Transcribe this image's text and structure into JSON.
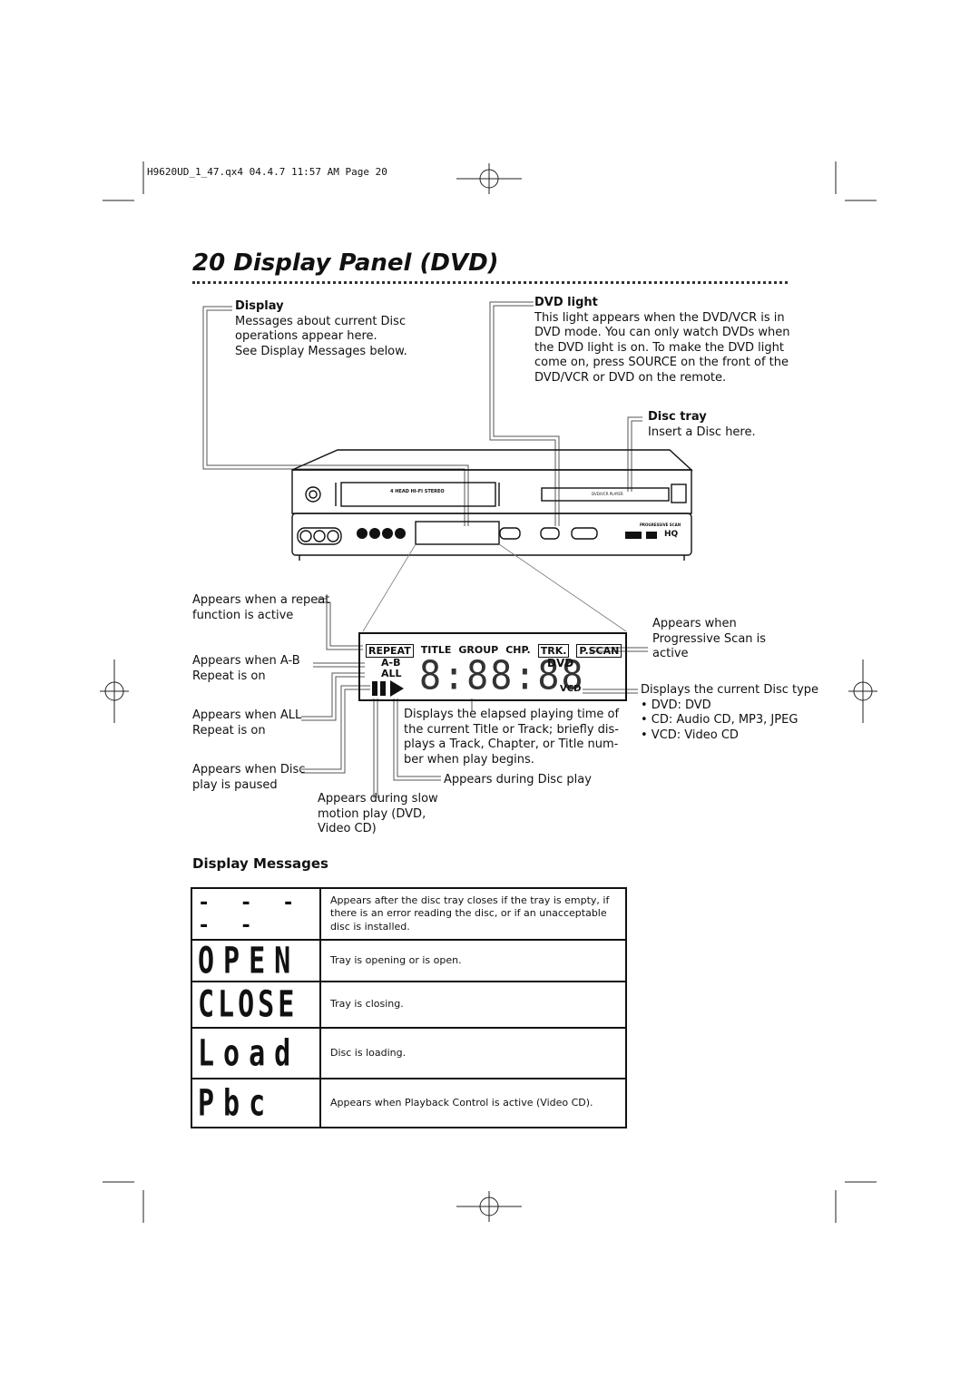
{
  "header": {
    "file_slug": "H9620UD_1_47.qx4   04.4.7   11:57 AM   Page 20"
  },
  "page": {
    "number_title": "20  Display Panel (DVD)"
  },
  "callouts": {
    "display": {
      "heading": "Display",
      "lines": [
        "Messages about current Disc",
        "operations appear here.",
        "See Display Messages below."
      ]
    },
    "dvd_light": {
      "heading": "DVD light",
      "lines": [
        "This light appears when the DVD/VCR is in",
        "DVD mode. You can only watch DVDs when",
        "the DVD light is on. To make the DVD light",
        "come on, press SOURCE on the front of the",
        "DVD/VCR or DVD on the remote."
      ]
    },
    "disc_tray": {
      "heading": "Disc tray",
      "lines": [
        "Insert a Disc here."
      ]
    },
    "repeat": {
      "lines": [
        "Appears when a repeat",
        "function is active"
      ]
    },
    "ab": {
      "lines": [
        "Appears when A-B",
        "Repeat is on"
      ]
    },
    "all": {
      "lines": [
        "Appears when ALL",
        "Repeat is on"
      ]
    },
    "paused": {
      "lines": [
        "Appears when Disc",
        "play is paused"
      ]
    },
    "slow": {
      "lines": [
        "Appears during slow",
        "motion play (DVD,",
        "Video CD)"
      ]
    },
    "elapsed": {
      "lines": [
        "Displays the elapsed playing time of",
        "the current Title or Track; briefly dis-",
        "plays a Track, Chapter, or Title num-",
        "ber when play begins."
      ]
    },
    "during": {
      "lines": [
        "Appears during Disc play"
      ]
    },
    "pscan": {
      "lines": [
        "Appears when",
        "Progressive Scan is",
        "active"
      ]
    },
    "disc_type": {
      "lines": [
        "Displays the current Disc type",
        "• DVD: DVD",
        "• CD: Audio CD, MP3, JPEG",
        "• VCD: Video CD"
      ]
    }
  },
  "lcd": {
    "row1": [
      "REPEAT",
      "TITLE",
      "GROUP",
      "CHP.",
      "TRK.",
      "P.SCAN"
    ],
    "ab": "A-B",
    "all": "ALL",
    "digits": "8:88:88",
    "dvd": "DVD",
    "vcd": "VCD"
  },
  "device": {
    "logo": "4 HEAD HI-FI STEREO",
    "tray_label": "DVD/VCR PLAYER",
    "prog_scan_label": "PROGRESSIVE SCAN",
    "hq": "HQ"
  },
  "messages": {
    "heading": "Display Messages",
    "rows": [
      {
        "code": "- - - - -",
        "desc": "Appears after the disc tray closes if the tray is empty, if there is an error reading the disc, or if an unacceptable disc is installed."
      },
      {
        "code": "OPEN",
        "desc": "Tray is opening or is open."
      },
      {
        "code": "CLOSE",
        "desc": "Tray is closing."
      },
      {
        "code": "Load",
        "desc": "Disc is loading."
      },
      {
        "code": "Pbc",
        "desc": "Appears when Playback Control is active (Video CD)."
      }
    ]
  }
}
